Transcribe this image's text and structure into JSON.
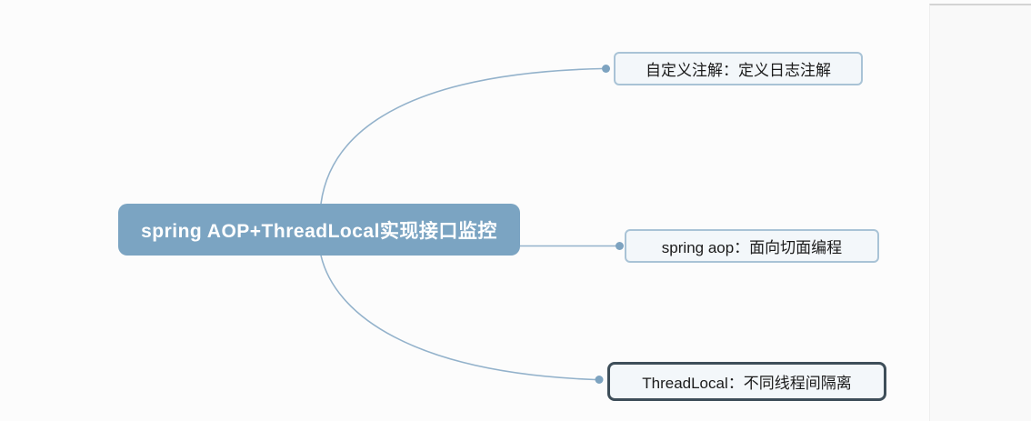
{
  "app": {
    "type": "mindmap-canvas"
  },
  "root_node": {
    "label": "spring AOP+ThreadLocal实现接口监控"
  },
  "child_nodes": [
    {
      "label": "自定义注解：定义日志注解",
      "selected": false
    },
    {
      "label": "spring aop：面向切面编程",
      "selected": false
    },
    {
      "label": "ThreadLocal：不同线程间隔离",
      "selected": true
    }
  ],
  "colors": {
    "canvas_bg": "#fcfcfc",
    "root_fill": "#7ba4c2",
    "root_text": "#ffffff",
    "child_fill": "#f3f7fa",
    "child_border": "#a9c3d6",
    "child_selected_border": "#3e4e59",
    "child_text": "#1b1b1b",
    "connector": "#93b2cb",
    "dot": "#7da3c0",
    "panel_bg": "#f9f9f9",
    "panel_border": "#d4d4d4"
  }
}
